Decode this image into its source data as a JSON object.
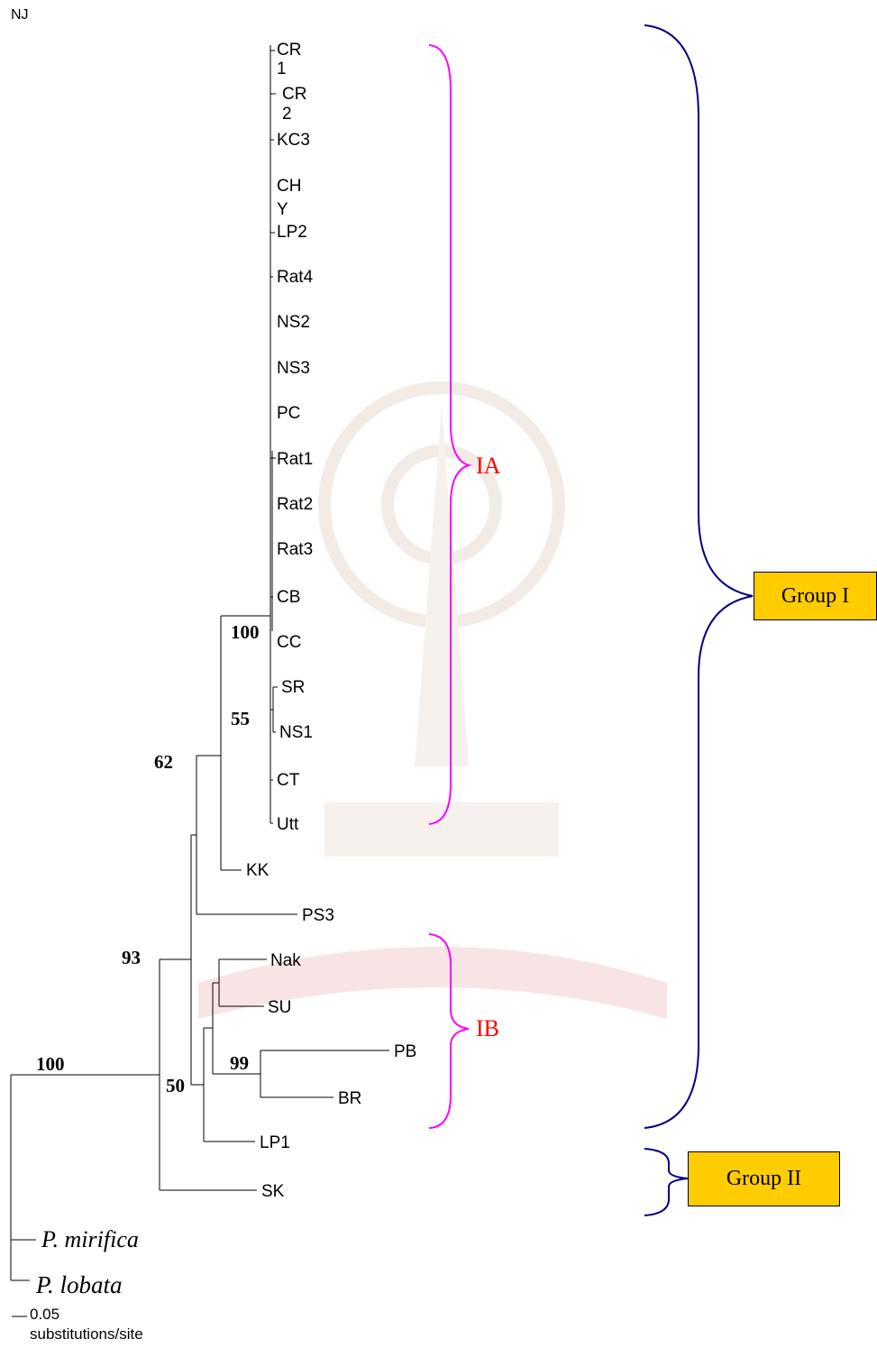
{
  "method": "NJ",
  "taxa": {
    "CR1": [
      "CR",
      "1"
    ],
    "CR2": [
      "CR",
      "2"
    ],
    "KC3": "KC3",
    "CHY": [
      "CH",
      "Y"
    ],
    "LP2": "LP2",
    "Rat4": "Rat4",
    "NS2": "NS2",
    "NS3": "NS3",
    "PC": "PC",
    "Rat1": "Rat1",
    "Rat2": "Rat2",
    "Rat3": "Rat3",
    "CB": "CB",
    "CC": "CC",
    "SR": "SR",
    "NS1": "NS1",
    "CT": "CT",
    "Utt": "Utt",
    "KK": "KK",
    "PS3": "PS3",
    "Nak": "Nak",
    "SU": "SU",
    "PB": "PB",
    "BR": "BR",
    "LP1": "LP1",
    "SK": "SK",
    "mirifica": "P. mirifica",
    "lobata": "P. lobata"
  },
  "bootstrap": {
    "ia_clade": "100",
    "sr_ns1": "55",
    "ia_kk": "62",
    "ingroup": "93",
    "pb_br": "99",
    "ib_lp1": "50",
    "root": "100"
  },
  "clades": {
    "ia": "IA",
    "ib": "IB",
    "group1": "Group I",
    "group2": "Group II"
  },
  "scale": {
    "value": "0.05",
    "unit": "substitutions/site"
  },
  "colors": {
    "branch": "#000000",
    "subclade_bracket": "#ff00ff",
    "subclade_label": "#ff0000",
    "group_bracket": "#000080",
    "group_box": "#ffcc00"
  }
}
